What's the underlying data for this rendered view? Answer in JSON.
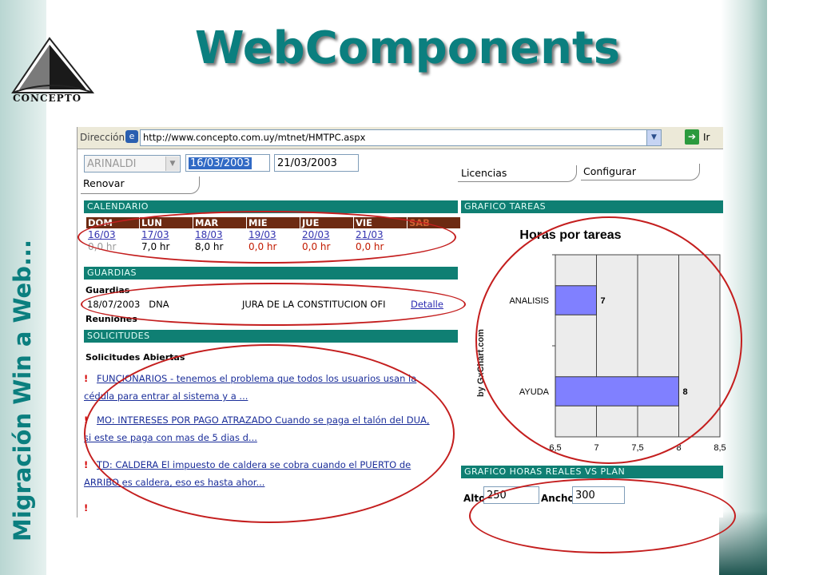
{
  "slide": {
    "title": "WebComponents",
    "side_text": "Migración Win a Web...",
    "logo_text": "CONCEPTO"
  },
  "browser": {
    "address_label": "Dirección",
    "url": "http://www.concepto.com.uy/mtnet/HMTPC.aspx",
    "go_label": "Ir"
  },
  "toolbar": {
    "user_select": "ARINALDI",
    "date_from": "16/03/2003",
    "date_to": "21/03/2003",
    "licencias": "Licencias",
    "configurar": "Configurar",
    "renovar": "Renovar"
  },
  "calendario": {
    "header": "CALENDARIO",
    "days": [
      "DOM",
      "LUN",
      "MAR",
      "MIE",
      "JUE",
      "VIE",
      "SAB"
    ],
    "dates": [
      "16/03",
      "17/03",
      "18/03",
      "19/03",
      "20/03",
      "21/03"
    ],
    "hours": [
      "0,0 hr",
      "7,0 hr",
      "8,0 hr",
      "0,0 hr",
      "0,0 hr",
      "0,0 hr"
    ]
  },
  "guardias": {
    "header": "GUARDIAS",
    "label": "Guardias",
    "date": "18/07/2003",
    "code": "DNA",
    "description": "JURA DE LA CONSTITUCION OFI",
    "detail_link": "Detalle",
    "reuniones_label": "Reuniones"
  },
  "solicitudes": {
    "header": "SOLICITUDES",
    "label": "Solicitudes Abiertas",
    "items": [
      {
        "line1": "FUNCIONARIOS - tenemos el problema que todos los usuarios usan la",
        "line2": "cédula para entrar al sistema y a ..."
      },
      {
        "line1": "MO: INTERESES POR PAGO ATRAZADO Cuando se paga el talón del DUA,",
        "line2": "si este se paga con mas de 5 dias d..."
      },
      {
        "line1": "TD: CALDERA El impuesto de caldera se cobra cuando el PUERTO de",
        "line2": "ARRIBO es caldera, eso es hasta ahor..."
      }
    ]
  },
  "grafico_tareas": {
    "header": "GRAFICO TAREAS",
    "watermark": "by GxChart.com"
  },
  "grafico_horas": {
    "header": "GRAFICO HORAS REALES VS PLAN",
    "alto_label": "Alto",
    "alto_value": "250",
    "ancho_label": "Ancho",
    "ancho_value": "300"
  },
  "chart_data": {
    "type": "bar",
    "orientation": "horizontal",
    "title": "Horas por tareas",
    "categories": [
      "ANALISIS",
      "AYUDA"
    ],
    "values": [
      7,
      8
    ],
    "data_labels": [
      "7",
      "8"
    ],
    "xlim": [
      6.5,
      8.5
    ],
    "x_ticks": [
      "6,5",
      "7",
      "7,5",
      "8",
      "8,5"
    ],
    "grid": true,
    "bar_color": "#8080ff"
  }
}
